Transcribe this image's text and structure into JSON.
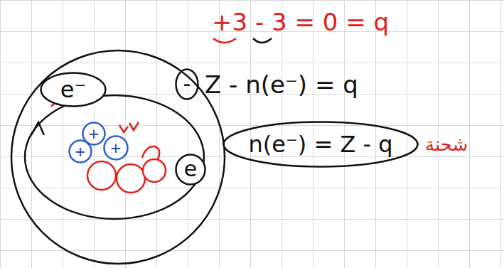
{
  "diagram": {
    "nodes": [
      {
        "text": [
          "e⁻"
        ]
      },
      {
        "text": [
          "-"
        ]
      },
      {
        "text": [
          "+"
        ]
      },
      {
        "text": [
          "+"
        ]
      },
      {
        "text": [
          "+"
        ]
      },
      {
        "text": [
          "n(e⁻) = Z - q"
        ]
      },
      {
        "text": [
          "e"
        ]
      }
    ],
    "labels": [
      "+3 - 3 = 0 = q",
      "Z - n(e⁻) = q",
      "شحنة"
    ]
  }
}
